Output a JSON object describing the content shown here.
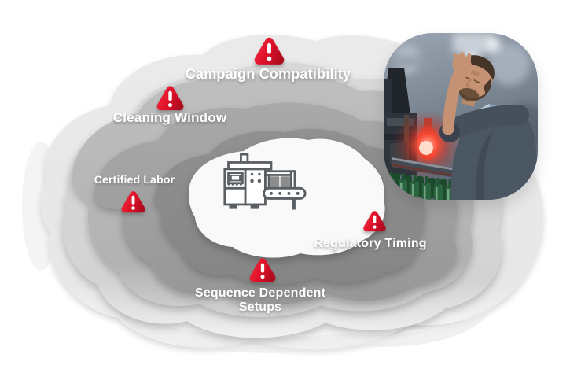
{
  "page": {
    "background": "#ffffff"
  },
  "diagram": {
    "name": "production-scheduling-constraints-illustration",
    "labels": {
      "campaign": "Campaign Compatibility",
      "cleaning": "Cleaning Window",
      "certified": "Certified Labor",
      "regulatory": "Regulatory Timing",
      "sequence": "Sequence Dependent Setups"
    },
    "icons": {
      "warning": "warning-exclamation-triangle-icon",
      "center": "production-line-machine-icon"
    },
    "photo": {
      "name": "stressed-factory-worker-photo",
      "subject": "worker holding forehead beside bottling line"
    },
    "colors": {
      "warning_red": "#e0112a",
      "label_text": "#ffffff",
      "machine_icon_gray": "#5a5f63",
      "contour_grays": [
        "#eaeaea",
        "#d6d6d6",
        "#bcbcbc",
        "#a2a2a2",
        "#8d8d8d",
        "#f9f9f9"
      ]
    }
  }
}
